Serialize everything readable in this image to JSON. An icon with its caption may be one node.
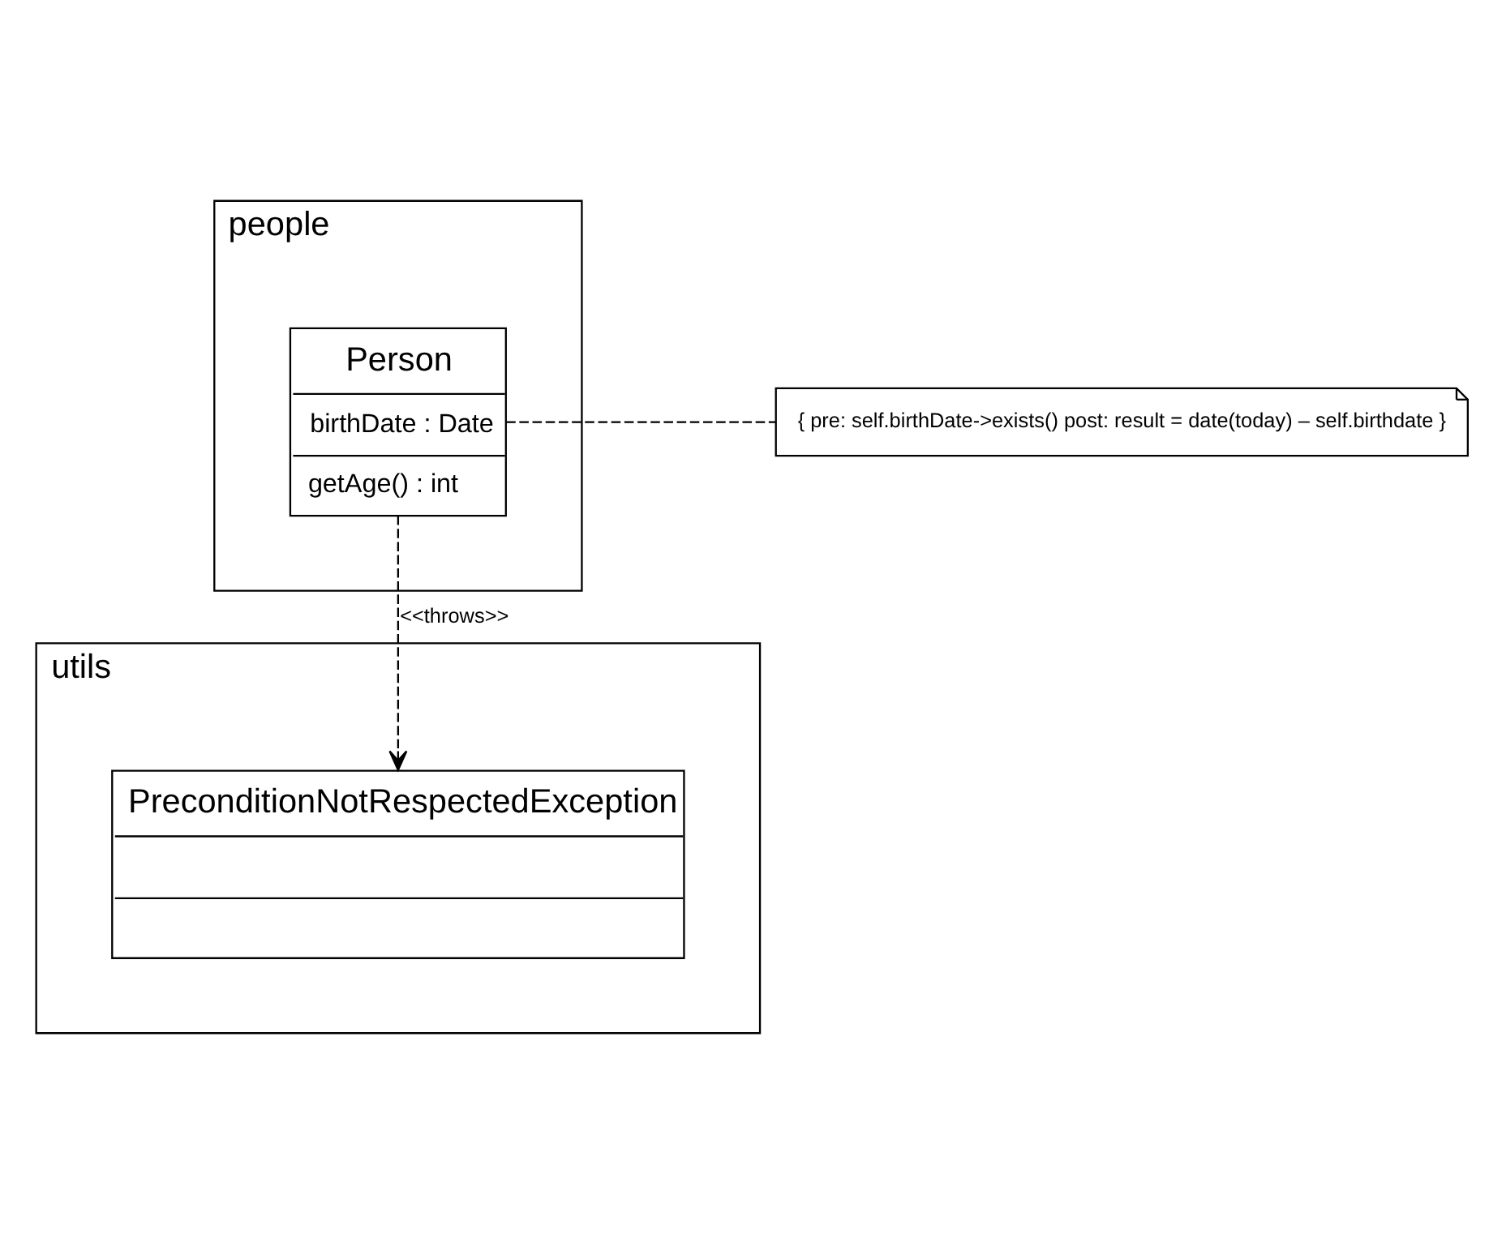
{
  "diagram": {
    "nodes": [
      {
        "text": [
          "people"
        ]
      },
      {
        "text": [
          "Person",
          "birthDate : Date",
          "getAge() : int"
        ],
        "in": 0
      },
      {
        "text": [
          "{ pre: self.birthDate->exists() post: result = date(today) – self.birthdate }"
        ]
      },
      {
        "text": [
          "utils"
        ]
      },
      {
        "text": [
          "PreconditionNotRespectedException"
        ],
        "in": 3
      }
    ],
    "edges": [
      {
        "from": 1,
        "to": 2,
        "arrow": "none",
        "style": "dashed"
      },
      {
        "from": 1,
        "to": 4,
        "arrow": "to",
        "style": "dashed",
        "label": "<<throws>>"
      }
    ]
  }
}
